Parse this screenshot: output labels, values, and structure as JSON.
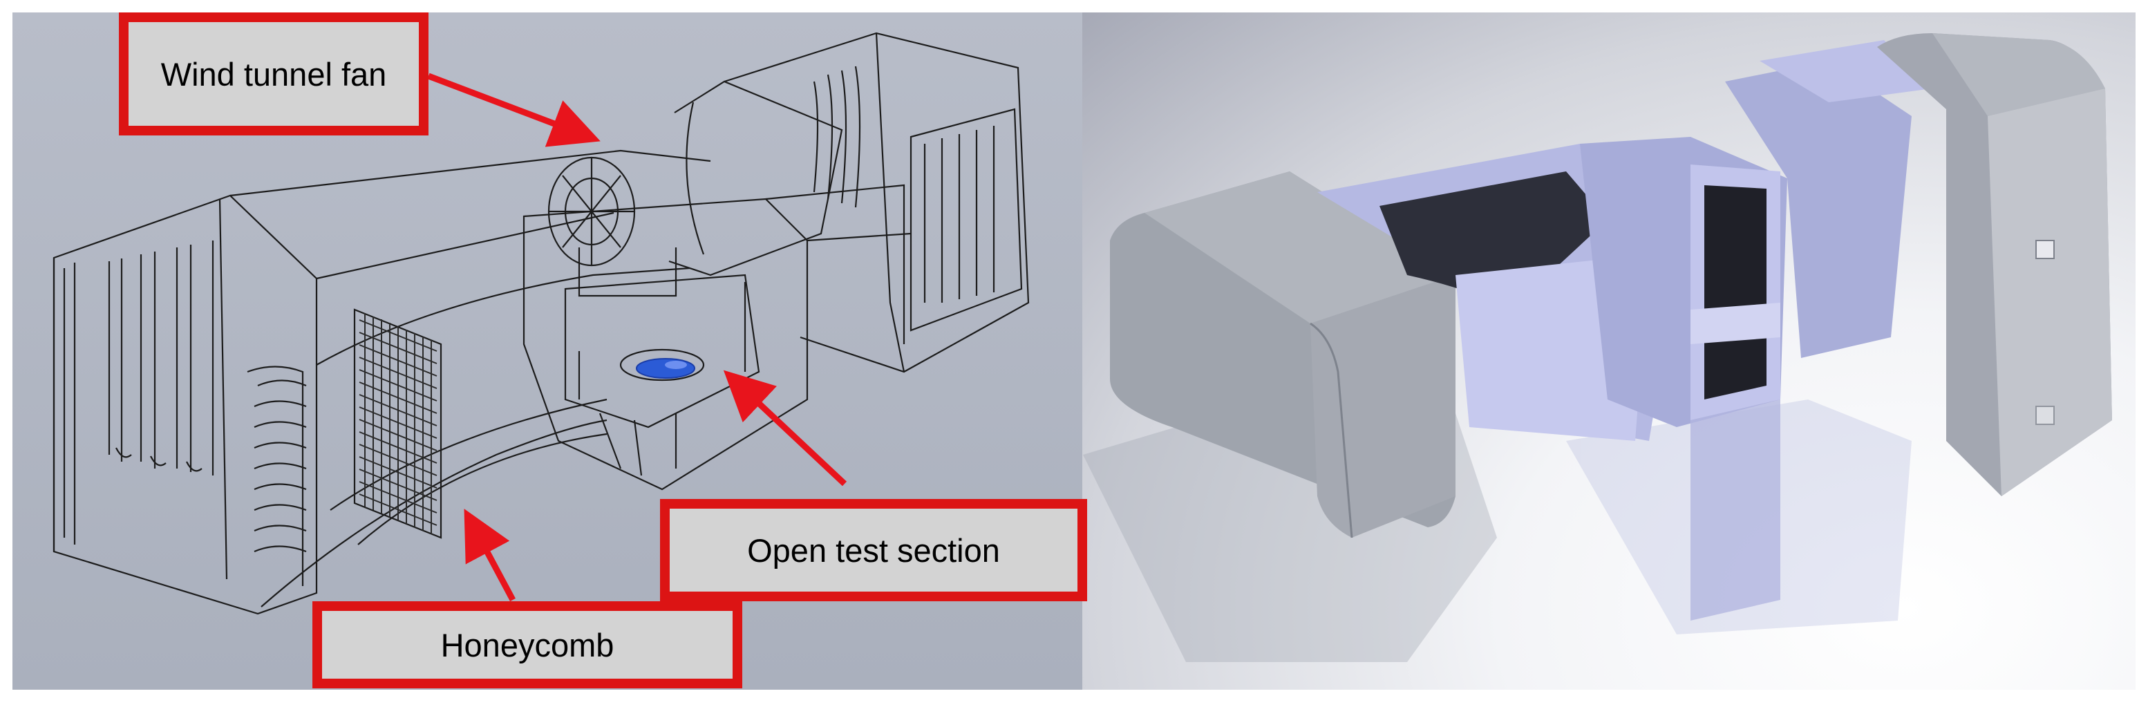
{
  "labels": {
    "fan": "Wind tunnel fan",
    "test_section": "Open test section",
    "honeycomb": "Honeycomb"
  },
  "colors": {
    "callout_border": "#dc1414",
    "callout_fill": "#d3d3d3",
    "arrow": "#e8141c",
    "wireframe_bg": "#b2b7c4",
    "model_blue": "#2b5bd6",
    "render_metal": "#9fa4ad",
    "render_glass": "#b3b7e2"
  },
  "icons": {
    "arrow": "arrow-icon"
  }
}
